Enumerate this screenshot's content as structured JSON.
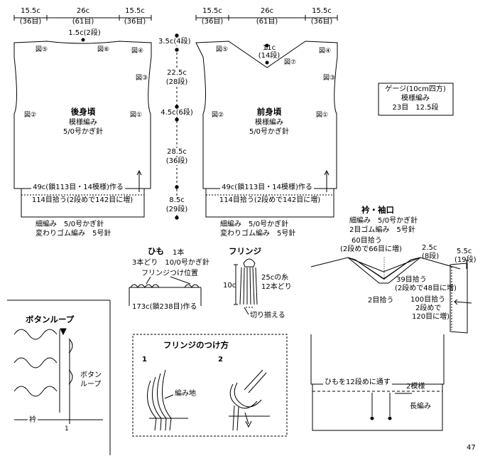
{
  "top_widths": {
    "side": "15.5c",
    "side_sts": "(36目)",
    "center": "26c",
    "center_sts": "(61目)"
  },
  "back": {
    "neck_drop": "1.5c(2段)",
    "title": "後身頃",
    "pattern": "模様編み",
    "hook": "5/0号かぎ針",
    "foundation": "49c(鎖113目・14模様)作る",
    "pickup": "114目拾う(2段めで142目に増)",
    "labels": [
      "図⑤",
      "図⑥",
      "図④",
      "図③",
      "図②",
      "図①"
    ]
  },
  "front": {
    "neck_depth": "11c",
    "neck_rows": "(14段)",
    "title": "前身頃",
    "pattern": "模様編み",
    "hook": "5/0号かぎ針",
    "foundation": "49c(鎖113目・14模様)作る",
    "pickup": "114目拾う(2段めで142目に増)",
    "labels": [
      "図⑤",
      "図⑦",
      "図④",
      "図③",
      "図②",
      "図①"
    ]
  },
  "height_dims": [
    "3.5c(4段)",
    "22.5c",
    "(28段)",
    "4.5c(6段)",
    "28.5c",
    "(36段)",
    "8.5c",
    "(29段)"
  ],
  "hem_stitch": [
    "細編み　5/0号かぎ針",
    "変わりゴム編み　5号針"
  ],
  "gauge": {
    "title": "ゲージ(10cm四方)",
    "pattern": "模様編み",
    "value": "23目　12.5段"
  },
  "cord": {
    "title": "ひも",
    "count": "1本",
    "spec": "3本どり　10/0号かぎ針",
    "fringe_pos": "フリンジつけ位置",
    "length": "173c(鎖238目)作る"
  },
  "fringe": {
    "title": "フリンジ",
    "length": "10c",
    "yarn": "25cの糸",
    "strands": "12本どり",
    "trim": "切り揃える"
  },
  "how_to": {
    "title": "フリンジのつけ方",
    "step1": "1",
    "step2": "2",
    "fabric": "編み地"
  },
  "button_loop": {
    "title": "ボタンループ",
    "label1": "ボタン",
    "label2": "ループ",
    "collar": "衿",
    "n1": "1"
  },
  "collar_cuff": {
    "title": "衿・袖口",
    "l1": "細編み　5/0号かぎ針",
    "l2": "2目ゴム編み　5号針",
    "pick60a": "60目拾う",
    "pick60b": "(2段めで66目に増)",
    "d25": "2.5c",
    "d25r": "(8段)",
    "d55": "5.5c",
    "d55r": "(19段)",
    "pick39a": "39目拾う",
    "pick39b": "(2段めで48目に増)",
    "pick2": "2目拾う",
    "pick100a": "100目拾う",
    "pick100b": "2段めで",
    "pick100c": "120目に増)"
  },
  "assembly": {
    "thread": "ひもを12段めに通す",
    "pattern2": "2模様",
    "long_st": "長編み"
  },
  "page_number": "47"
}
